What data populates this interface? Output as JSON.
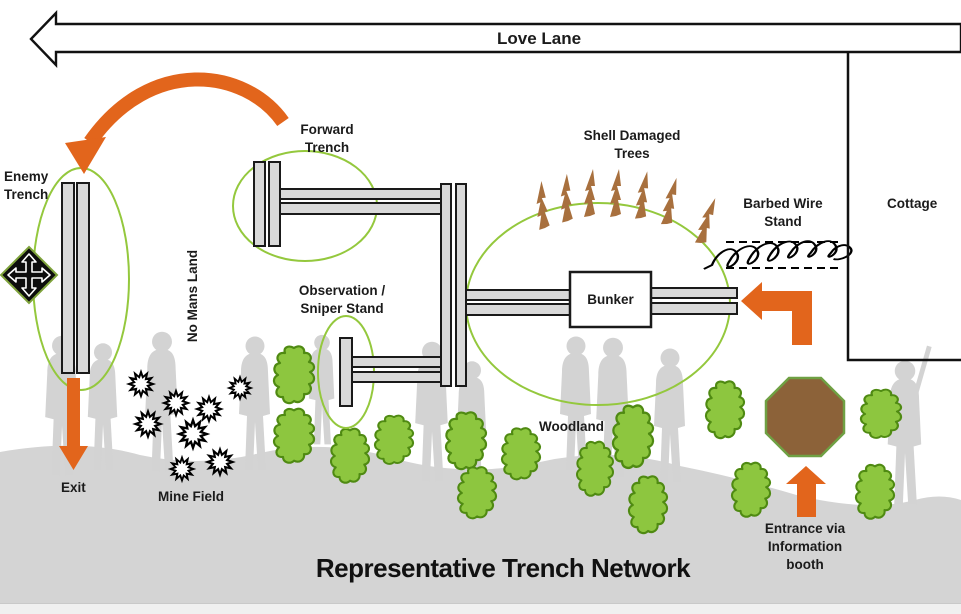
{
  "labels": {
    "love_lane": "Love Lane",
    "enemy_trench": "Enemy\nTrench",
    "forward_trench": "Forward\nTrench",
    "no_mans_land": "No Mans Land",
    "observation": "Observation /\nSniper Stand",
    "shell_damaged_trees": "Shell Damaged\nTrees",
    "barbed_wire": "Barbed Wire\nStand",
    "cottage": "Cottage",
    "bunker": "Bunker",
    "woodland": "Woodland",
    "mine_field": "Mine Field",
    "exit": "Exit",
    "entrance": "Entrance via\nInformation\nbooth",
    "title": "Representative Trench Network"
  },
  "icons": {
    "road_arrow": "left-arrow-road-outline",
    "attack_arrow": "curved-orange-arrow",
    "move_icon": "four-way-arrow-diamond",
    "exit_arrow": "orange-down-arrow",
    "entrance_arrow": "orange-up-arrow",
    "trench_entry_arrow": "orange-elbow-left-arrow",
    "mine": "explosion-burst",
    "bush": "woodland-tree",
    "shell_tree": "broken-tree-stump",
    "barbed_wire": "wire-scribble-between-dashed-lines"
  },
  "colors": {
    "accent_orange": "#E2651C",
    "map_line_green": "#94C83D",
    "bush_fill": "#8DC63F",
    "bush_stroke": "#4F8A12",
    "tree_brown": "#A8703E",
    "booth_brown": "#8C6239",
    "booth_stroke_green": "#6FA043",
    "trench_fill": "#D9D9D9",
    "outline_black": "#1A1A1A",
    "silhouette_gray": "#D3D3D3"
  }
}
